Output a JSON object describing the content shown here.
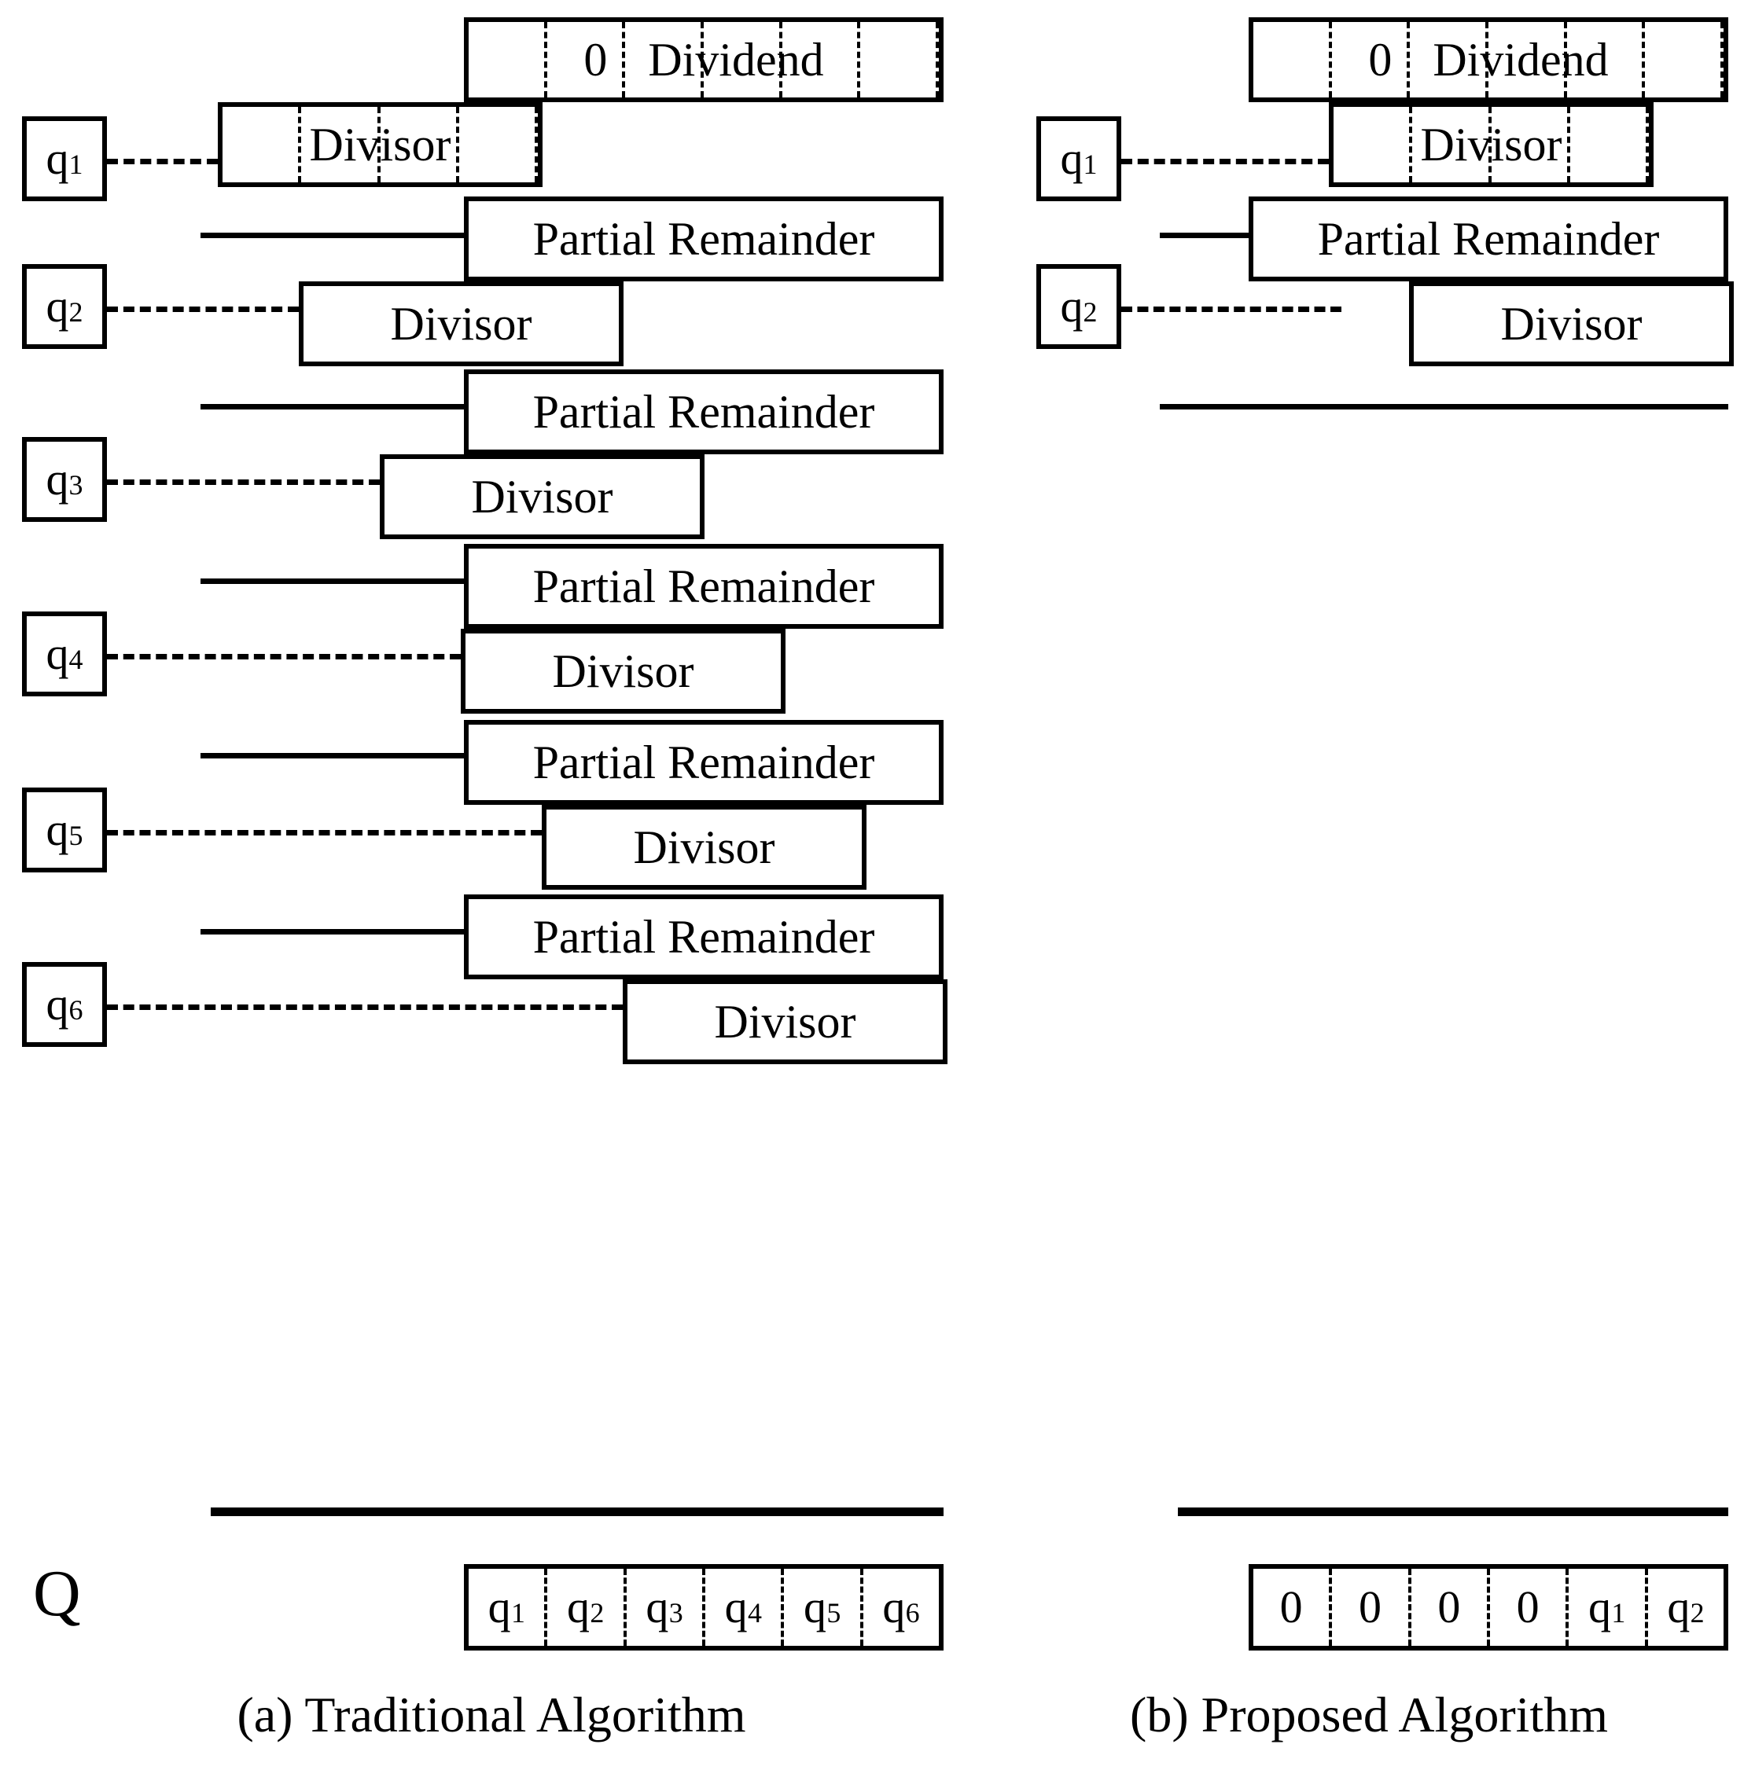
{
  "figure": {
    "title": "Comparison of traditional and proposed division algorithms",
    "colors": {
      "ink": "#000000",
      "paper": "#ffffff"
    }
  },
  "labels": {
    "dividend": "Dividend",
    "divisor": "Divisor",
    "partial_remainder": "Partial Remainder",
    "zero": "0",
    "quotient_symbol": "Q"
  },
  "panels": [
    {
      "id": "traditional",
      "caption": "(a) Traditional Algorithm",
      "quotient_label": "Q",
      "quotient_cells": [
        "q1",
        "q2",
        "q3",
        "q4",
        "q5",
        "q6"
      ],
      "rows": [
        {
          "q": "q1",
          "top_label": "0 Dividend",
          "top_cells": [
            "0",
            "Dividend",
            "",
            "",
            "",
            ""
          ],
          "bottom_label": "Divisor"
        },
        {
          "q": "q2",
          "top_label": "Partial Remainder",
          "bottom_label": "Divisor"
        },
        {
          "q": "q3",
          "top_label": "Partial Remainder",
          "bottom_label": "Divisor"
        },
        {
          "q": "q4",
          "top_label": "Partial Remainder",
          "bottom_label": "Divisor"
        },
        {
          "q": "q5",
          "top_label": "Partial Remainder",
          "bottom_label": "Divisor"
        },
        {
          "q": "q6",
          "top_label": "Partial Remainder",
          "bottom_label": "Divisor"
        }
      ]
    },
    {
      "id": "proposed",
      "caption": "(b) Proposed Algorithm",
      "quotient_cells": [
        "0",
        "0",
        "0",
        "0",
        "q1",
        "q2"
      ],
      "rows": [
        {
          "q": "q1",
          "top_label": "0 Dividend",
          "bottom_label": "Divisor"
        },
        {
          "q": "q2",
          "top_label": "Partial Remainder",
          "bottom_label": "Divisor"
        }
      ]
    }
  ],
  "q_indices": {
    "q1": {
      "base": "q",
      "sub": "1"
    },
    "q2": {
      "base": "q",
      "sub": "2"
    },
    "q3": {
      "base": "q",
      "sub": "3"
    },
    "q4": {
      "base": "q",
      "sub": "4"
    },
    "q5": {
      "base": "q",
      "sub": "5"
    },
    "q6": {
      "base": "q",
      "sub": "6"
    }
  },
  "quotient_left": [
    {
      "base": "q",
      "sub": "1"
    },
    {
      "base": "q",
      "sub": "2"
    },
    {
      "base": "q",
      "sub": "3"
    },
    {
      "base": "q",
      "sub": "4"
    },
    {
      "base": "q",
      "sub": "5"
    },
    {
      "base": "q",
      "sub": "6"
    }
  ],
  "quotient_right": [
    {
      "base": "0",
      "sub": ""
    },
    {
      "base": "0",
      "sub": ""
    },
    {
      "base": "0",
      "sub": ""
    },
    {
      "base": "0",
      "sub": ""
    },
    {
      "base": "q",
      "sub": "1"
    },
    {
      "base": "q",
      "sub": "2"
    }
  ]
}
